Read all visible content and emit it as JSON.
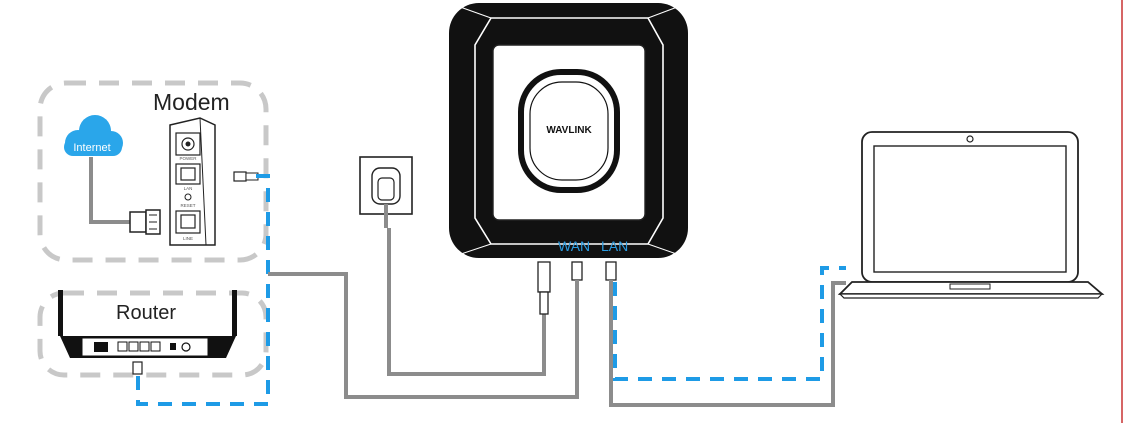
{
  "labels": {
    "modem": "Modem",
    "router": "Router",
    "internet": "Internet",
    "wan": "WAN",
    "lan": "LAN",
    "brand": "WAVLINK"
  },
  "modem_ports": {
    "power": "POWER",
    "lan": "LAN",
    "reset": "RESET",
    "line": "LINE"
  },
  "colors": {
    "dashed_group_border": "#c8c8c8",
    "cable_gray": "#8c8c8c",
    "ethernet_dashed_blue": "#1e9be6",
    "cloud_blue": "#2aa6ea",
    "port_label_blue": "#2a9be0",
    "device_black": "#111111",
    "edge_accent": "#c83232"
  },
  "icons": [
    "cloud-icon",
    "modem-icon",
    "router-icon",
    "wall-outlet-icon",
    "access-point-icon",
    "laptop-icon",
    "ethernet-plug-icon",
    "power-plug-icon"
  ]
}
